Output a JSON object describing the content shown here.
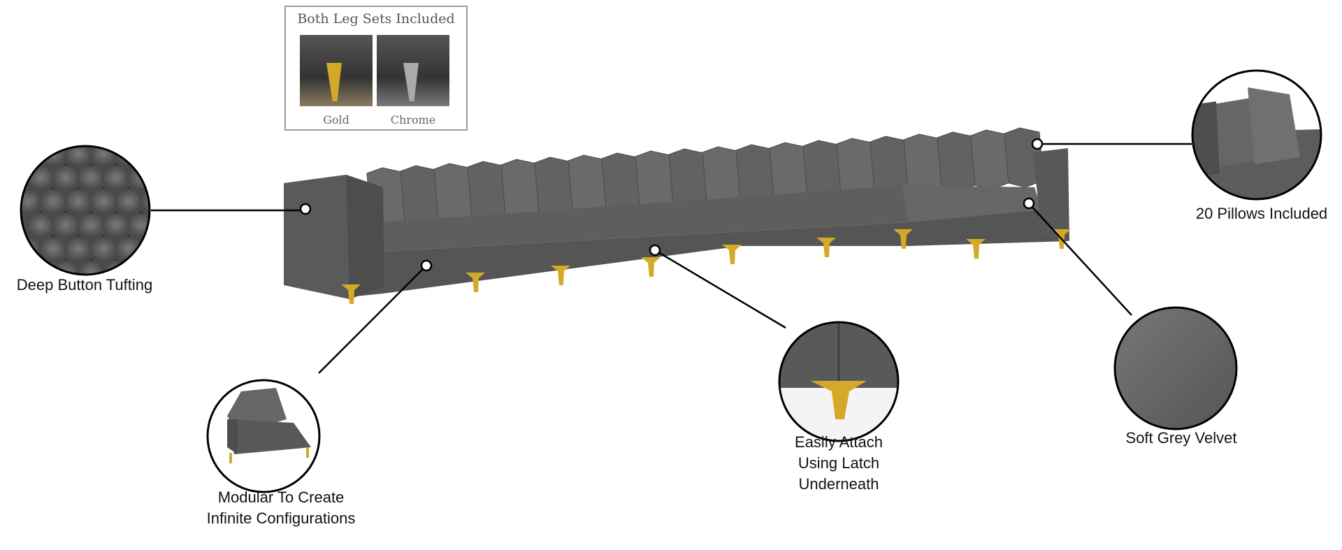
{
  "leg_sets": {
    "title": "Both Leg Sets Included",
    "options": [
      {
        "label": "Gold",
        "color": "#d4a927"
      },
      {
        "label": "Chrome",
        "color": "#a8a8a8"
      }
    ]
  },
  "callouts": {
    "tufting": "Deep Button Tufting",
    "modular_line1": "Modular To Create",
    "modular_line2": "Infinite Configurations",
    "latch_line1": "Easily Attach",
    "latch_line2": "Using Latch",
    "latch_line3": "Underneath",
    "velvet": "Soft Grey Velvet",
    "pillows": "20 Pillows Included"
  },
  "colors": {
    "velvet": "#606060",
    "gold": "#d4a927"
  }
}
